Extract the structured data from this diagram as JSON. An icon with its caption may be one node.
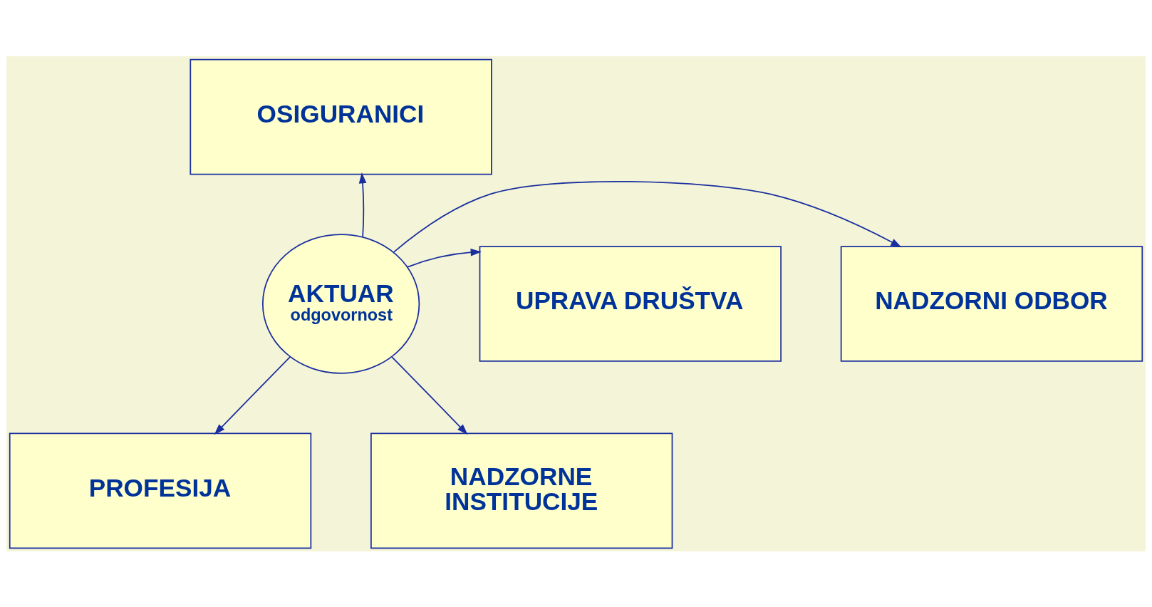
{
  "diagram": {
    "nodes": [
      {
        "text": [
          "OSIGURANICI"
        ]
      },
      {
        "text": [
          "NADZORNI ODBOR"
        ]
      },
      {
        "text": [
          "AKTUAR",
          "odgovornost"
        ]
      },
      {
        "text": [
          "UPRAVA DRUŠTVA"
        ]
      },
      {
        "text": [
          "PROFESIJA"
        ]
      },
      {
        "text": [
          "NADZORNE INSTITUCIJE"
        ]
      }
    ],
    "edges": [
      {
        "from": 2,
        "to": 0,
        "arrow": "to"
      },
      {
        "from": 2,
        "to": 1,
        "arrow": "to"
      },
      {
        "from": 2,
        "to": 3,
        "arrow": "to"
      },
      {
        "from": 2,
        "to": 4,
        "arrow": "to"
      },
      {
        "from": 2,
        "to": 5,
        "arrow": "to"
      }
    ]
  }
}
